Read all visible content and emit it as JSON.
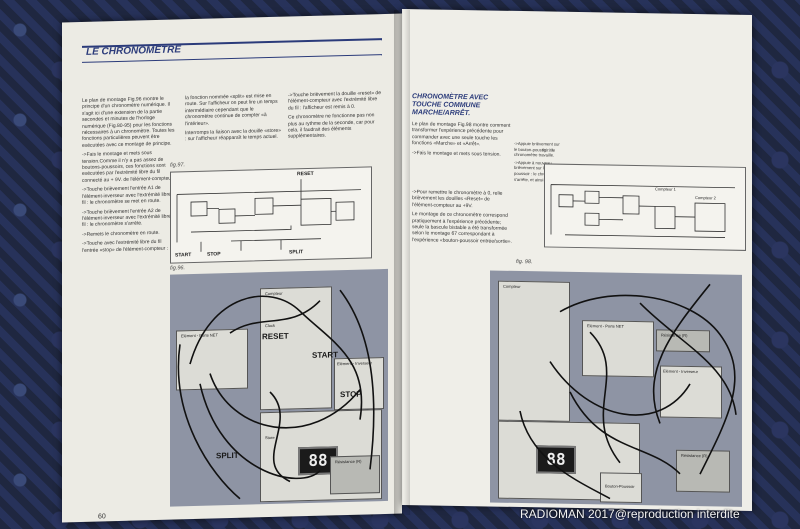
{
  "left_page": {
    "title": "LE CHRONOMÈTRE",
    "col1": [
      "Le plan de montage Fig.96 montre le principe d'un chronomètre numérique. Il s'agit ici d'une extension de la partie secondes et minutes de l'horloge numérique (Fig.80-95) pour les fonctions nécessaires à un chronomètre. Toutes les fonctions particulières peuvent être exécutées avec ce montage de principe.",
      "->Fais le montage et mets sous tension.Comme il n'y a pas assez de boutons-poussoirs, ces fonctions sont exécutées par l'extrémité libre du fil connecté au + 9V. de l'élément-compteur.",
      "->Touche brièvement l'entrée A1 de l'élément-inverseur avec l'extrémité libre du fil : le chronomètre se met en route.",
      "->Touche brièvement l'entrée A2 de l'élément-inverseur avec l'extrémité libre du fil : le chronomètre s'arrête.",
      "->Remets le chronomètre en route.",
      "->Touche avec l'extrémité libre du fil l'entrée «stop» de l'élément-compteur :"
    ],
    "col2": [
      "la fonction nommée «split» est mise en route. Sur l'afficheur on peut lire un temps intermédiaire cependant que le chronomètre continue de compter «à l'intérieur».",
      "Interromps la liaison avec la douille «store» : sur l'afficheur réapparaît le temps actuel."
    ],
    "col3": [
      "->Touche brièvement la douille «reset» de l'élément-compteur avec l'extrémité libre du fil : l'afficheur est remis à 0.",
      "Ce chronomètre ne fonctionne pas non plus au rythme de la seconde, car pour cela, il faudrait des éléments supplémentaires."
    ],
    "fig97_label": "fig.97.",
    "fig96_label": "fig.96.",
    "schematic_labels": {
      "reset": "RESET",
      "start": "START",
      "stop": "STOP",
      "split": "SPLIT"
    },
    "board_labels": {
      "reset": "RESET",
      "start": "START",
      "stop": "STOP",
      "split": "SPLIT",
      "element_porte": "Elément - Porte NET",
      "element_inverseur": "Elément - Inverseur",
      "compteur": "Compteur",
      "resistance": "Résistance (R)",
      "store": "Store",
      "clock": "Clock",
      "display": "88"
    },
    "page_number": "60"
  },
  "right_page": {
    "subtitle": "CHRONOMÈTRE AVEC TOUCHE COMMUNE MARCHE/ARRÊT.",
    "col1": [
      "Le plan de montage Fig.98 montre comment transformer l'expérience précédente pour commander avec une seule touche les fonctions «Marche» et «Arrêt».",
      "->Fais le montage et mets sous tension."
    ],
    "col2": [
      "->Appuie brièvement sur le bouton-poussoir : le chronomètre travaille.",
      "->Appuie à nouveau brièvement sur le bouton-poussoir : le chronomètre s'arrête, et ainsi de suite...",
      "->Pour remettre le chronomètre à 0, relie brièvement les douilles «Reset» de l'élément-compteur au +9V.",
      "Le montage de ce chronomètre correspond pratiquement à l'expérience précédente; seule la bascule bistable a été transformée selon le montage 67 correspondant à l'expérience «bouton-poussoir entrée/sortie»."
    ],
    "fig99_label": "fig. 99.",
    "fig98_label": "fig. 98.",
    "schematic_labels": {
      "compteur1": "Compteur 1",
      "compteur2": "Compteur 2"
    },
    "board_labels": {
      "element_porte": "Elément - Porte NET",
      "element_inverseur": "Elément - Inverseur",
      "compteur": "Compteur",
      "resistance": "Résistance (R)",
      "bouton": "Bouton-Poussoir",
      "display": "88"
    }
  },
  "watermark": "RADIOMAN 2017@reproduction interdite",
  "colors": {
    "title_blue": "#2b3b7a",
    "paper": "#ecebe4",
    "board": "#8e94a4"
  }
}
